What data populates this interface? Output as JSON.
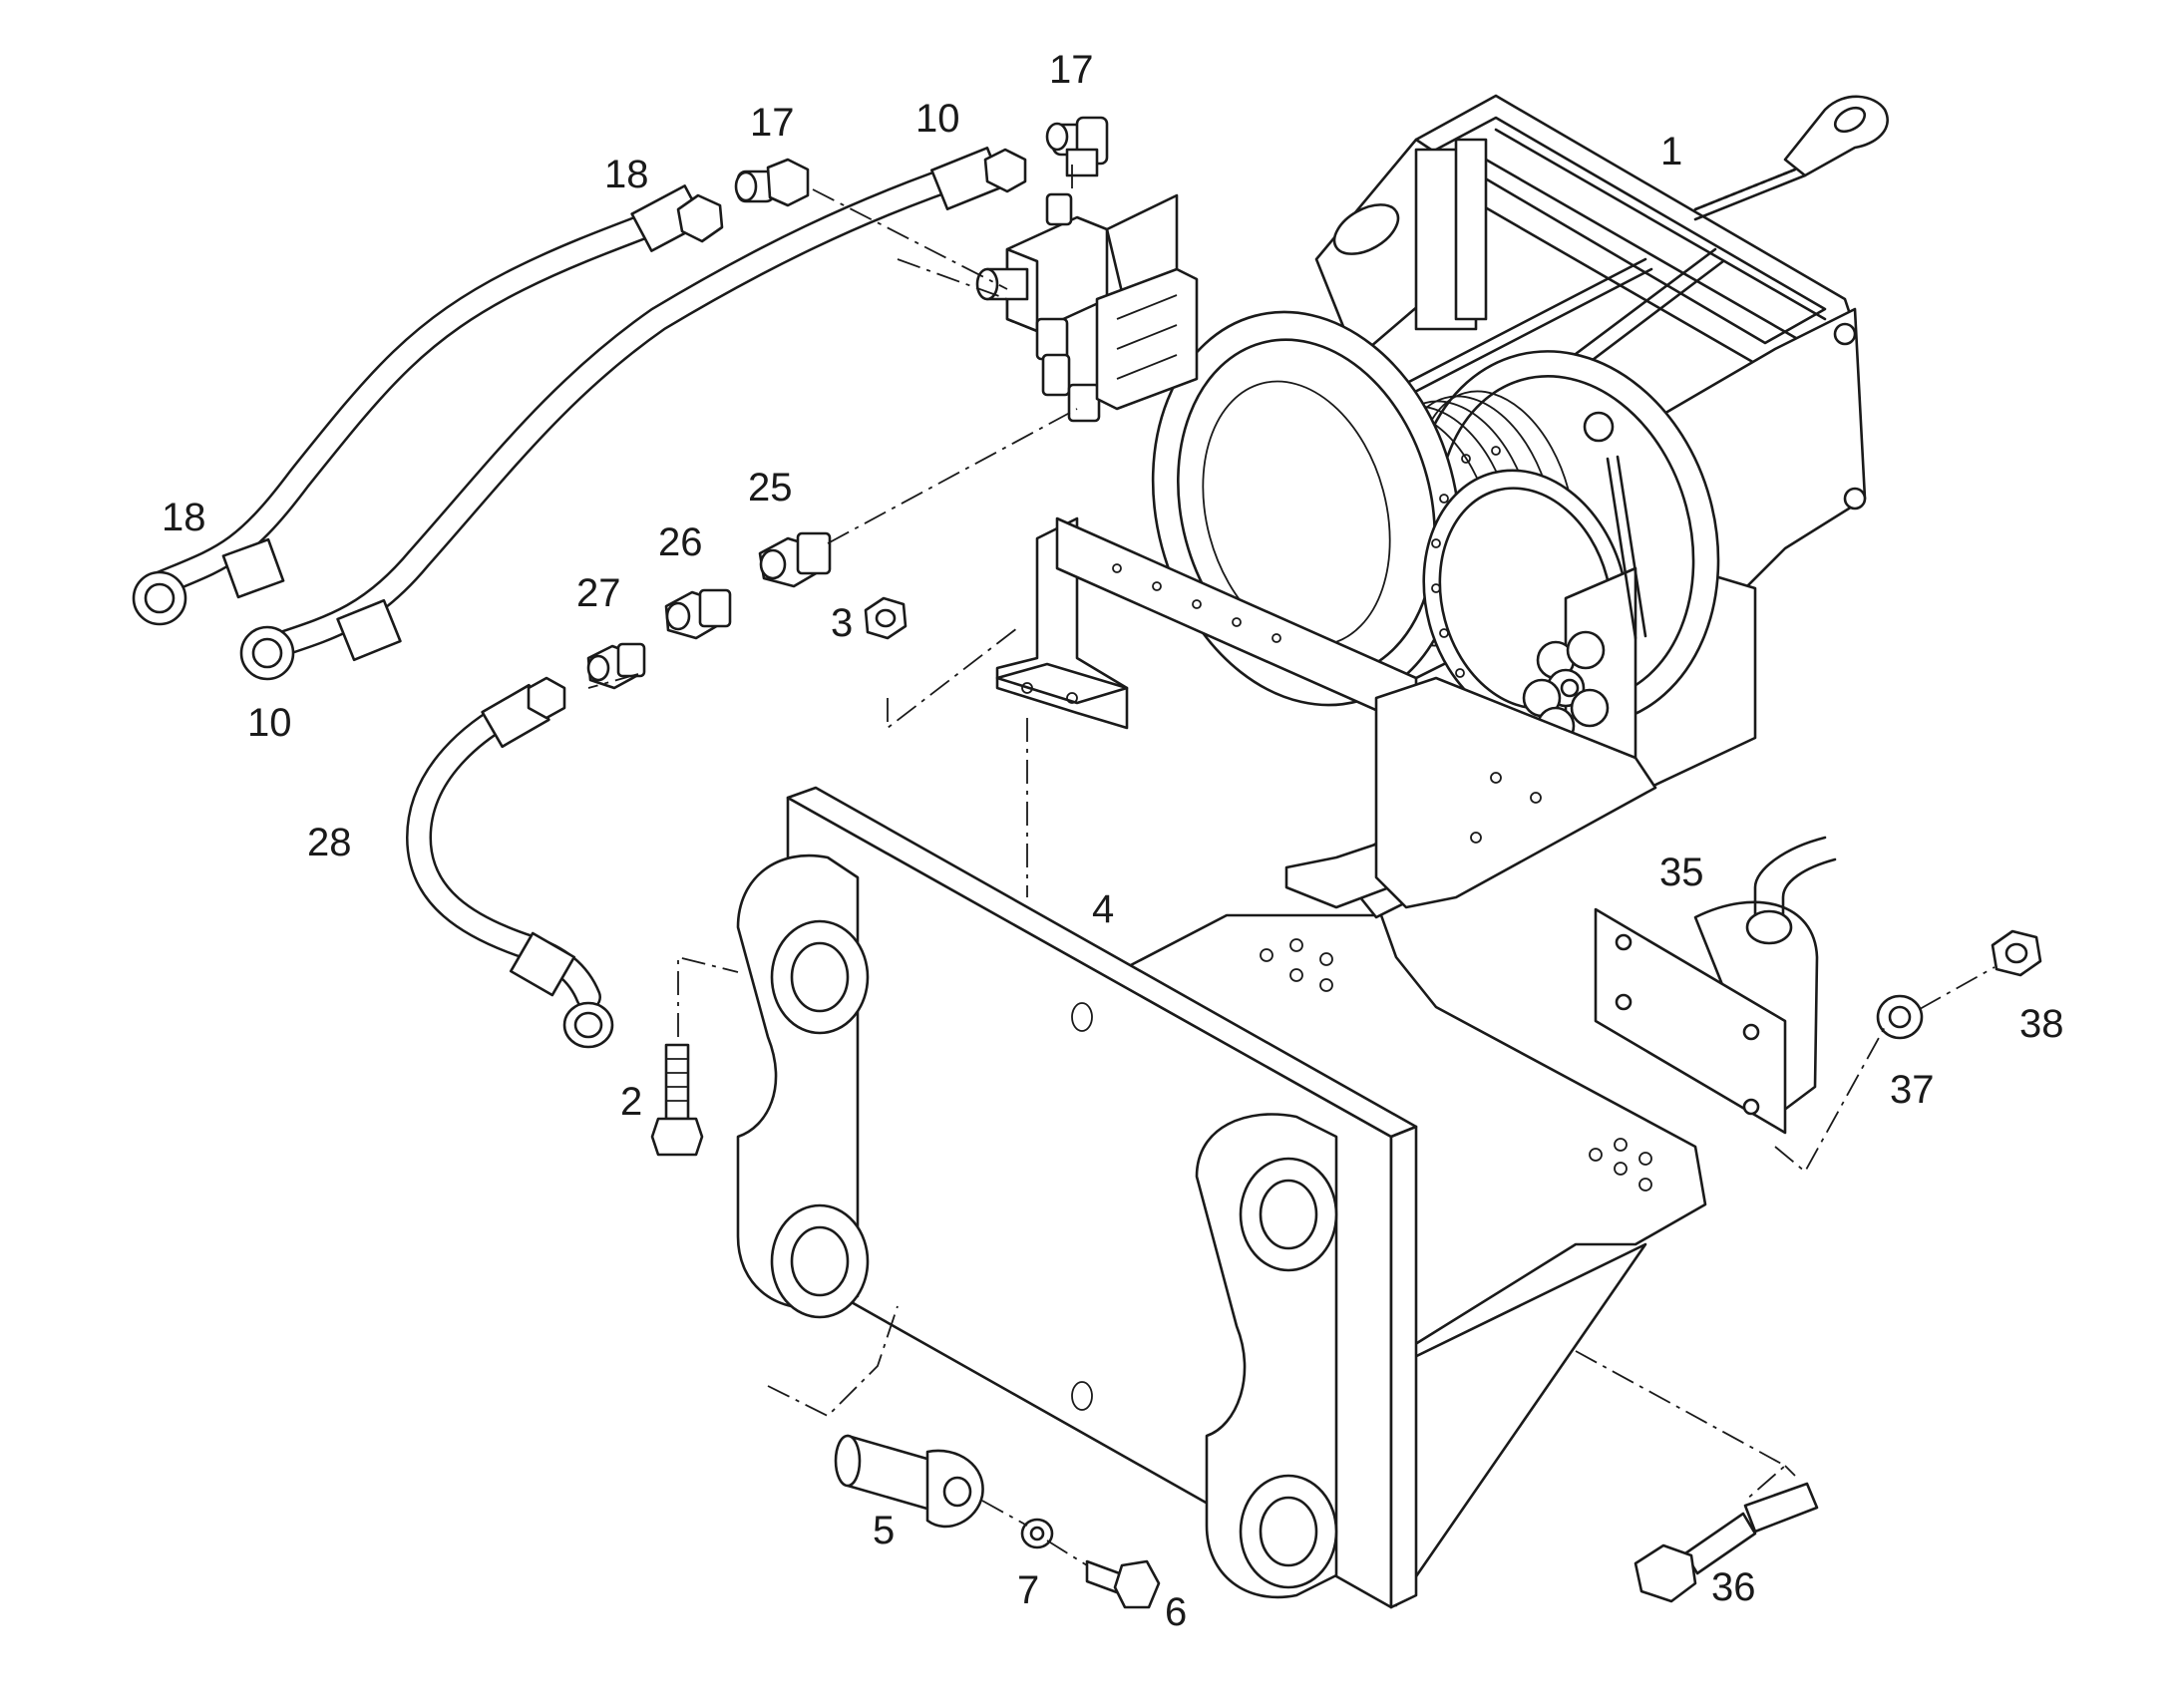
{
  "labels": {
    "p1": "1",
    "p2": "2",
    "p3": "3",
    "p4": "4",
    "p5": "5",
    "p6": "6",
    "p7": "7",
    "p10a": "10",
    "p10b": "10",
    "p17a": "17",
    "p17b": "17",
    "p18a": "18",
    "p18b": "18",
    "p25": "25",
    "p26": "26",
    "p27": "27",
    "p28": "28",
    "p35": "35",
    "p36": "36",
    "p37": "37",
    "p38": "38"
  }
}
